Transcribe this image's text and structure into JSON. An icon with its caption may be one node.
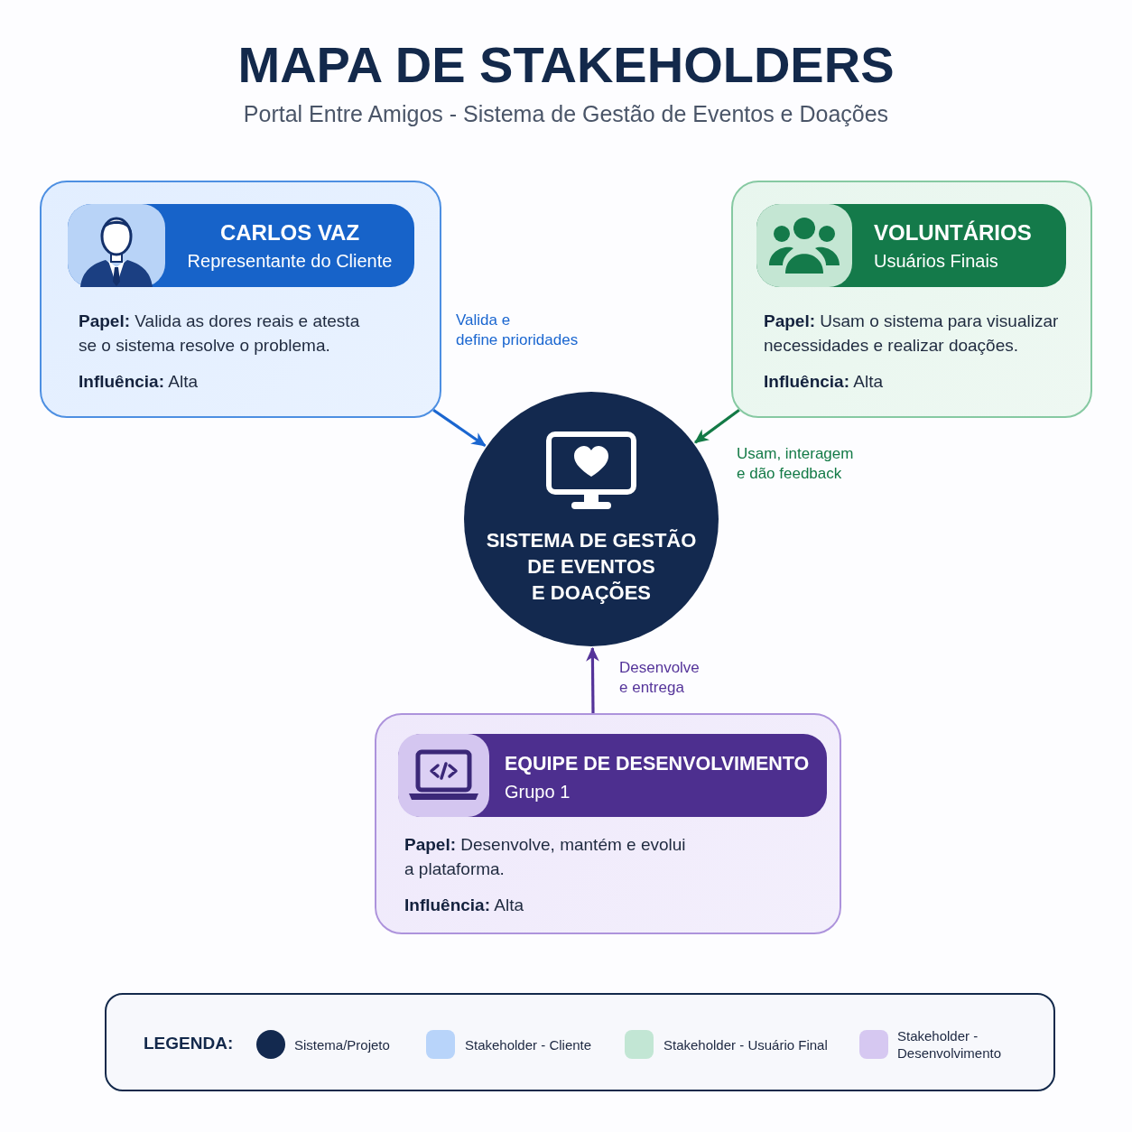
{
  "diagram": {
    "title": "MAPA DE STAKEHOLDERS",
    "nodes": [
      {
        "text": [
          "**Papel:** Valida as dores reais e atesta se o sistema resolve o problema.",
          "**Influência:** Alta"
        ]
      },
      {
        "text": [
          "CARLOS VAZ",
          "Representante do Cliente"
        ],
        "in": 0
      },
      {
        "text": [
          "**Papel:** Usam o sistema para visualizar necessidades e realizar doações.",
          "**Influência:** Alta"
        ]
      },
      {
        "text": [
          "VOLUNTÁRIOS",
          "Usuários Finais"
        ],
        "in": 2
      },
      {
        "text": [
          "SISTEMA DE GESTÃO DE EVENTOS E DOAÇÕES"
        ]
      },
      {
        "text": [
          "**Papel:** Desenvolve, mantém e evolui a plataforma.",
          "**Influência:** Alta"
        ]
      },
      {
        "text": [
          "EQUIPE DE DESENVOLVIMENTO",
          "Grupo 1"
        ],
        "in": 5
      }
    ],
    "edges": [
      {
        "from": 0,
        "to": 4,
        "arrow": "to",
        "label": "Valida e define prioridades",
        "color": "#1a66d0"
      },
      {
        "from": 2,
        "to": 4,
        "arrow": "to",
        "label": "Usam, interagem e dão feedback",
        "color": "#137a46"
      },
      {
        "from": 5,
        "to": 4,
        "arrow": "to",
        "label": "Desenvolve e entrega",
        "color": "#55349a"
      }
    ],
    "labels": [
      "Portal Entre Amigos - Sistema de Gestão de Eventos e Doações",
      "LEGENDA:"
    ],
    "legend": [
      {
        "text": "Sistema/Projeto",
        "color": "#13294f"
      },
      {
        "text": "Stakeholder - Cliente",
        "color": "#b8d4fa"
      },
      {
        "text": "Stakeholder - Usuário Final",
        "color": "#c2e6d4"
      },
      {
        "text": "Stakeholder - Desenvolvimento",
        "color": "#d6c8f1"
      }
    ]
  }
}
